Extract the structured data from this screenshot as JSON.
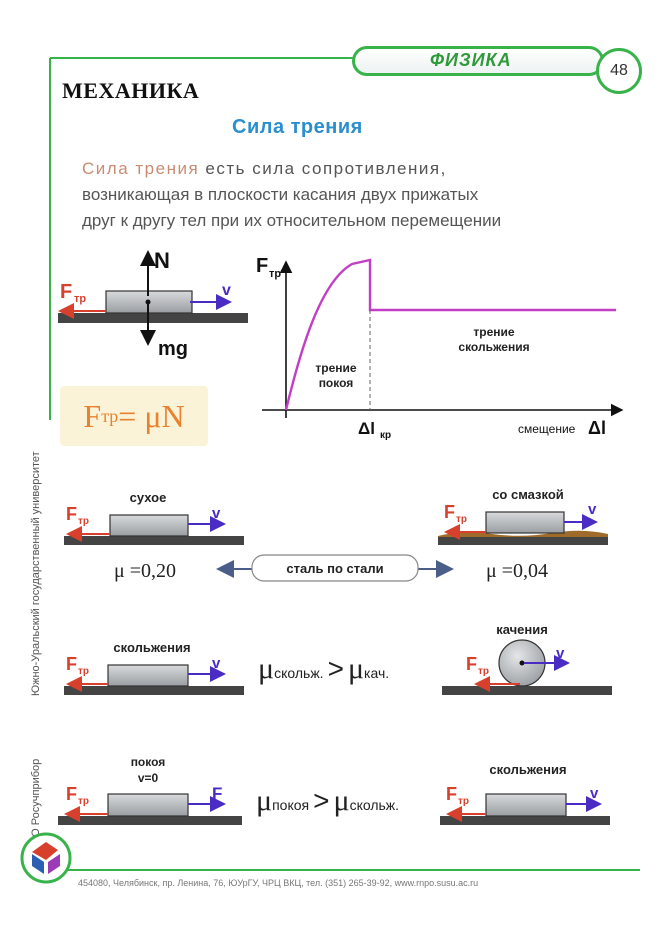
{
  "header": {
    "subject": "ФИЗИКА",
    "page_number": "48",
    "section": "МЕХАНИКА",
    "topic": "Сила трения"
  },
  "definition": {
    "term": "Сила трения",
    "line1_rest": " есть сила сопротивления,",
    "line2": "возникающая в плоскости касания двух прижатых",
    "line3": "друг к другу тел при их относительном перемещении"
  },
  "main_diagram": {
    "force_N": "N",
    "force_mg": "mg",
    "force_F": "F",
    "force_F_sub": "тр",
    "velocity": "v"
  },
  "graph": {
    "y_label": "F",
    "y_label_sub": "тр",
    "x_label": "смещение",
    "x_label_symbol": "Δl",
    "critical_label": "Δl",
    "critical_sub": "кр",
    "static_label_1": "трение",
    "static_label_2": "покоя",
    "sliding_label_1": "трение",
    "sliding_label_2": "скольжения"
  },
  "formula": {
    "lhs": "F",
    "lhs_sub": "тр",
    "rhs": "= μN"
  },
  "comparisons": {
    "dry_label": "сухое",
    "lubricated_label": "со смазкой",
    "material_label": "сталь по стали",
    "mu_dry": "μ =0,20",
    "mu_lub": "μ =0,04",
    "sliding_label": "скольжения",
    "rolling_label": "качения",
    "ineq1_a_sub": "скольж.",
    "ineq1_b_sub": "кач.",
    "rest_label_1": "покоя",
    "rest_label_2": "v=0",
    "sliding_label_2": "скольжения",
    "ineq2_a_sub": "покоя",
    "ineq2_b_sub": "скольж.",
    "mu_symbol": "μ",
    "gt": ">"
  },
  "side_text": {
    "publisher": "РНПО Росучприбор",
    "university": "Южно-Уральский государственный университет"
  },
  "footer": {
    "address": "454080, Челябинск, пр. Ленина, 76, ЮУрГУ, ЧРЦ ВКЦ, тел. (351) 265-39-92, www.rnpo.susu.ac.ru"
  },
  "colors": {
    "accent_green": "#37b34a",
    "topic_blue": "#2b8fcf",
    "friction_red": "#d8402e",
    "velocity_purple": "#4a2bc4",
    "curve_magenta": "#c23fc5"
  }
}
